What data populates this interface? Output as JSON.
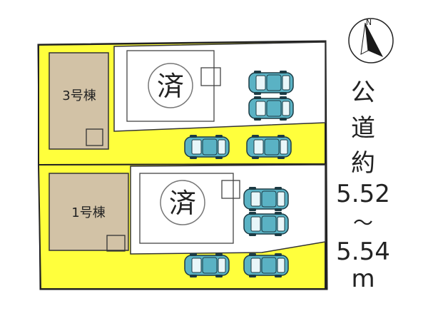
{
  "lots": [
    {
      "building_label": "3号棟",
      "status_mark": "済"
    },
    {
      "building_label": "1号棟",
      "status_mark": "済"
    }
  ],
  "road": {
    "label_lines": [
      "公",
      "道",
      "約",
      "5.52",
      "～",
      "5.54",
      "m"
    ]
  },
  "compass": {
    "label": "N"
  },
  "colors": {
    "lot_fill": "#ffff3c",
    "building_fill": "#d2c2a6",
    "outline": "#222222",
    "car_body": "#5ab2c4"
  },
  "icons": [
    "compass-icon",
    "car-icon"
  ]
}
